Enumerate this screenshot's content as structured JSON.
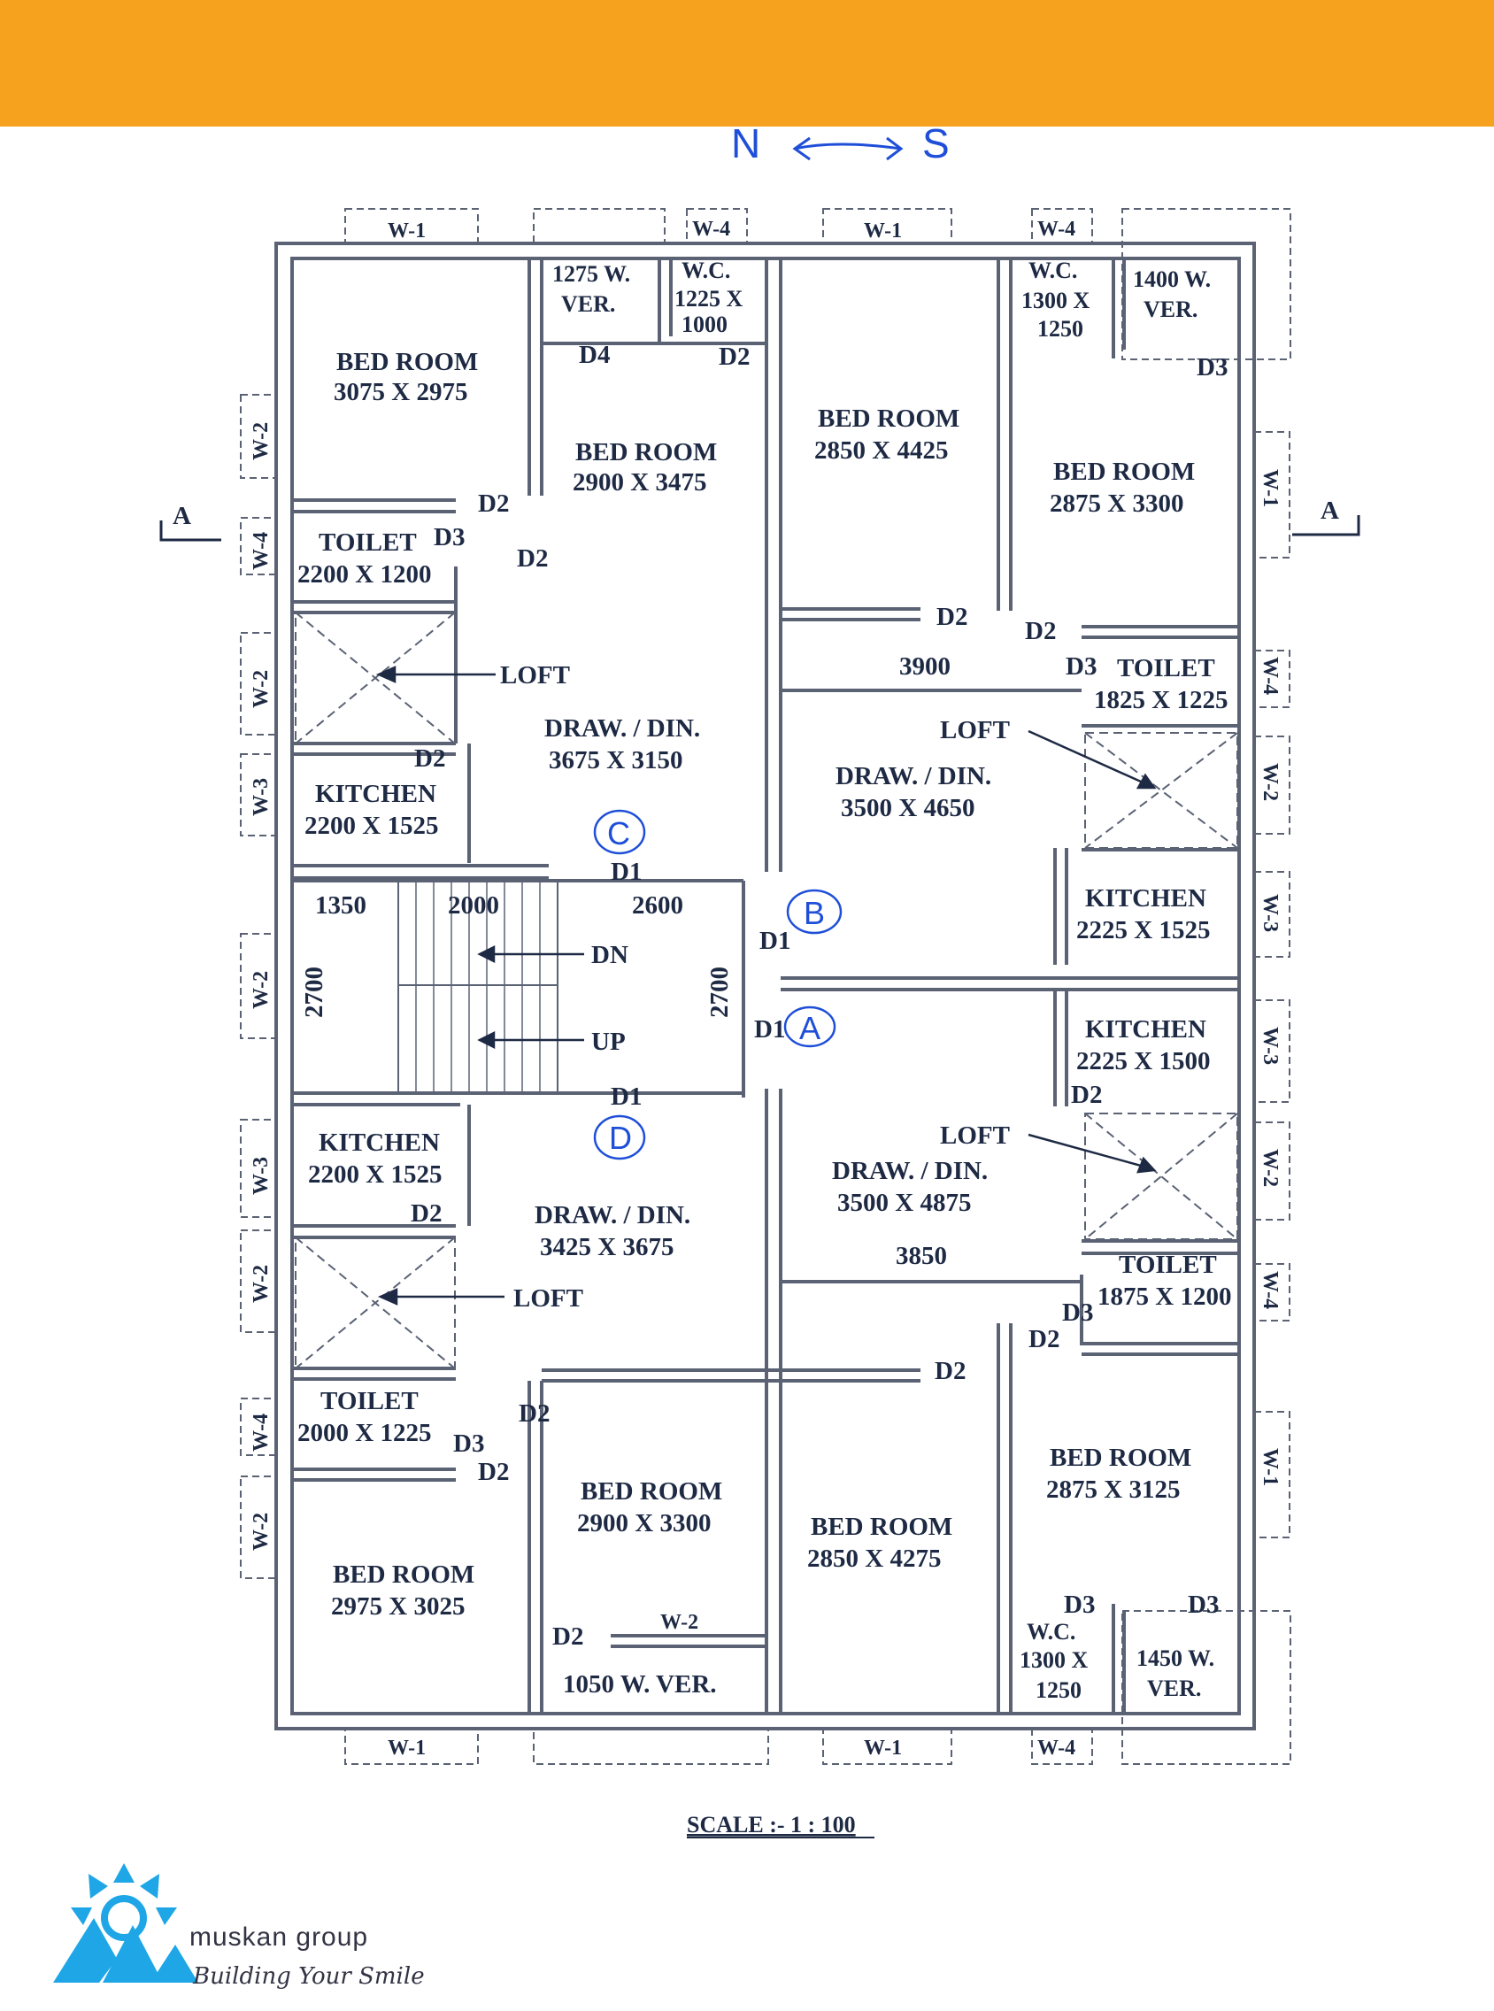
{
  "colors": {
    "banner": "#f6a21e",
    "ink": "#1e2a44",
    "wall": "#5a6274",
    "annotation": "#1f4fd8"
  },
  "orientation": {
    "north": "N",
    "south": "S"
  },
  "section_marks": {
    "left": "A",
    "right": "A"
  },
  "rooms": {
    "top_left_bed": {
      "name": "BED ROOM",
      "size": "3075 X 2975"
    },
    "top_mid_bed": {
      "name": "BED ROOM",
      "size": "2900 X 3475"
    },
    "top_ver_left": {
      "name": "1275 W.",
      "sub": "VER."
    },
    "top_wc_left": {
      "name": "W.C.",
      "size": "1225 X",
      "size2": "1000"
    },
    "top_right_bed1": {
      "name": "BED ROOM",
      "size": "2850 X 4425"
    },
    "top_wc_right": {
      "name": "W.C.",
      "size": "1300 X",
      "size2": "1250"
    },
    "top_ver_right": {
      "name": "1400 W.",
      "sub": "VER."
    },
    "top_right_bed2": {
      "name": "BED ROOM",
      "size": "2875 X 3300"
    },
    "toilet_top_left": {
      "name": "TOILET",
      "size": "2200 X 1200"
    },
    "toilet_top_right": {
      "name": "TOILET",
      "size": "1825 X 1225"
    },
    "draw_top_left": {
      "name": "DRAW. / DIN.",
      "size": "3675 X 3150"
    },
    "draw_top_right": {
      "name": "DRAW. / DIN.",
      "size": "3500 X 4650"
    },
    "kitchen_top_left": {
      "name": "KITCHEN",
      "size": "2200 X 1525"
    },
    "kitchen_right_1": {
      "name": "KITCHEN",
      "size": "2225 X 1525"
    },
    "kitchen_right_2": {
      "name": "KITCHEN",
      "size": "2225 X 1500"
    },
    "kitchen_bottom_left": {
      "name": "KITCHEN",
      "size": "2200 X 1525"
    },
    "draw_bottom_left": {
      "name": "DRAW. / DIN.",
      "size": "3425 X 3675"
    },
    "draw_bottom_right": {
      "name": "DRAW. / DIN.",
      "size": "3500 X 4875"
    },
    "toilet_bottom_right": {
      "name": "TOILET",
      "size": "1875 X 1200"
    },
    "toilet_bottom_left": {
      "name": "TOILET",
      "size": "2000 X 1225"
    },
    "bottom_right_bed2": {
      "name": "BED ROOM",
      "size": "2875 X 3125"
    },
    "bottom_mid_bed": {
      "name": "BED ROOM",
      "size": "2900 X 3300"
    },
    "bottom_right_bed1": {
      "name": "BED ROOM",
      "size": "2850 X 4275"
    },
    "bottom_left_bed": {
      "name": "BED ROOM",
      "size": "2975 X 3025"
    },
    "bottom_ver_mid": {
      "name": "1050 W. VER."
    },
    "bottom_wc_right": {
      "name": "W.C.",
      "size": "1300 X",
      "size2": "1250"
    },
    "bottom_ver_right": {
      "name": "1450 W.",
      "sub": "VER."
    }
  },
  "loft_label": "LOFT",
  "stair": {
    "dn": "DN",
    "up": "UP"
  },
  "dimensions": {
    "d1350": "1350",
    "d2000": "2000",
    "d2600": "2600",
    "d2700": "2700",
    "d3900": "3900",
    "d3850": "3850"
  },
  "doors": {
    "d1": "D1",
    "d2": "D2",
    "d3": "D3",
    "d4": "D4"
  },
  "windows": {
    "w1": "W-1",
    "w2": "W-2",
    "w3": "W-3",
    "w4": "W-4"
  },
  "flats": {
    "a": "A",
    "b": "B",
    "c": "C",
    "d": "D"
  },
  "scale": "SCALE :- 1 : 100",
  "brand": {
    "name": "muskan group",
    "tagline": "Building Your Smile"
  }
}
